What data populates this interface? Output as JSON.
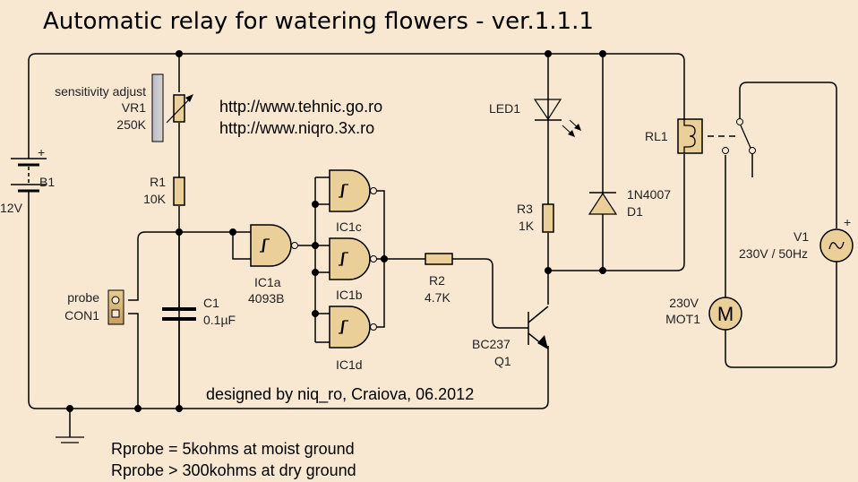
{
  "title": "Automatic relay for watering flowers - ver.1.1.1",
  "links": [
    "http://www.tehnic.go.ro",
    "http://www.niqro.3x.ro"
  ],
  "credit": "designed by niq_ro, Craiova, 06.2012",
  "notes": [
    "Rprobe = 5kohms at moist ground",
    "Rprobe > 300kohms at dry ground"
  ],
  "components": {
    "battery": {
      "ref": "B1",
      "value": "12V",
      "polarity": "+"
    },
    "potentiometer": {
      "caption": "sensitivity adjust",
      "ref": "VR1",
      "value": "250K"
    },
    "r1": {
      "ref": "R1",
      "value": "10K"
    },
    "r2": {
      "ref": "R2",
      "value": "4.7K"
    },
    "r3": {
      "ref": "R3",
      "value": "1K"
    },
    "c1": {
      "ref": "C1",
      "value": "0.1µF"
    },
    "probe": {
      "caption": "probe",
      "ref": "CON1"
    },
    "ic1a": {
      "ref": "IC1a",
      "value": "4093B"
    },
    "ic1b": {
      "ref": "IC1b"
    },
    "ic1c": {
      "ref": "IC1c"
    },
    "ic1d": {
      "ref": "IC1d"
    },
    "transistor": {
      "part": "BC237",
      "ref": "Q1"
    },
    "led": {
      "ref": "LED1"
    },
    "diode": {
      "part": "1N4007",
      "ref": "D1"
    },
    "relay": {
      "ref": "RL1"
    },
    "source": {
      "ref": "V1",
      "value": "230V / 50Hz",
      "polarity": "+"
    },
    "motor": {
      "value": "230V",
      "ref": "MOT1",
      "symbol": "M"
    }
  },
  "colors": {
    "background": "#f8e8d1",
    "component_fill": "#ebcf98",
    "pot_knob": "#c0c0c8"
  }
}
